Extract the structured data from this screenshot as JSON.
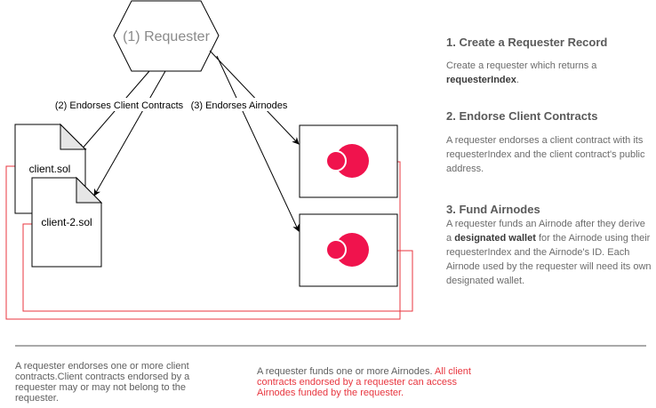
{
  "diagram": {
    "requester_label": "(1) Requester",
    "endorse_clients_label": "(2) Endorses Client Contracts",
    "endorse_airnodes_label": "(3) Endorses Airnodes",
    "client_files": [
      "client.sol",
      "client-2.sol"
    ],
    "airnode_logo_color": "#f0134d",
    "link_color": "#e8363f"
  },
  "steps": [
    {
      "title": "1. Create a Requester Record",
      "body_parts": [
        {
          "text": "Create a requester which returns a ",
          "bold": false
        },
        {
          "text": "requesterIndex",
          "bold": true
        },
        {
          "text": ".",
          "bold": false
        }
      ]
    },
    {
      "title": "2. Endorse Client Contracts",
      "body_parts": [
        {
          "text": "A requester endorses a client contract with its requesterIndex and the client contract's public address.",
          "bold": false
        }
      ]
    },
    {
      "title": "3. Fund Airnodes",
      "body_parts": [
        {
          "text": "A requester funds an Airnode after they derive a ",
          "bold": false
        },
        {
          "text": "designated wallet",
          "bold": true
        },
        {
          "text": " for the Airnode using their requesterIndex and the Airnode's ID. Each Airnode used by the requester will need its own designated wallet.",
          "bold": false
        }
      ]
    }
  ],
  "footer": {
    "left_note": "A requester endorses one or more client contracts.Client contracts endorsed by a requester may or may not belong to the requester.",
    "right_note_plain": "A requester funds one or more Airnodes. ",
    "right_note_red": "All client contracts endorsed by a requester can access Airnodes funded by the requester."
  }
}
